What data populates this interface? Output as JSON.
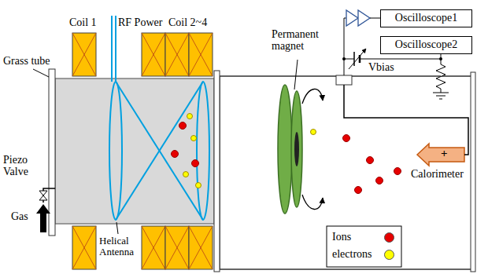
{
  "diagram": {
    "nodes": [
      {
        "text": [
          "Oscilloscope1"
        ]
      },
      {
        "text": [
          "Oscilloscope2"
        ]
      }
    ],
    "labels": [
      "Coil 1",
      "Coil 2~4",
      "RF Power",
      "Grass tube",
      "Piezo Valve",
      "Gas",
      "Permanent magnet",
      "Helical Antenna",
      "Calorimeter",
      "+",
      "Vbias"
    ],
    "legend": [
      {
        "text": "Ions",
        "color": "#e60000"
      },
      {
        "text": "electrons",
        "color": "#ffff00"
      }
    ]
  }
}
